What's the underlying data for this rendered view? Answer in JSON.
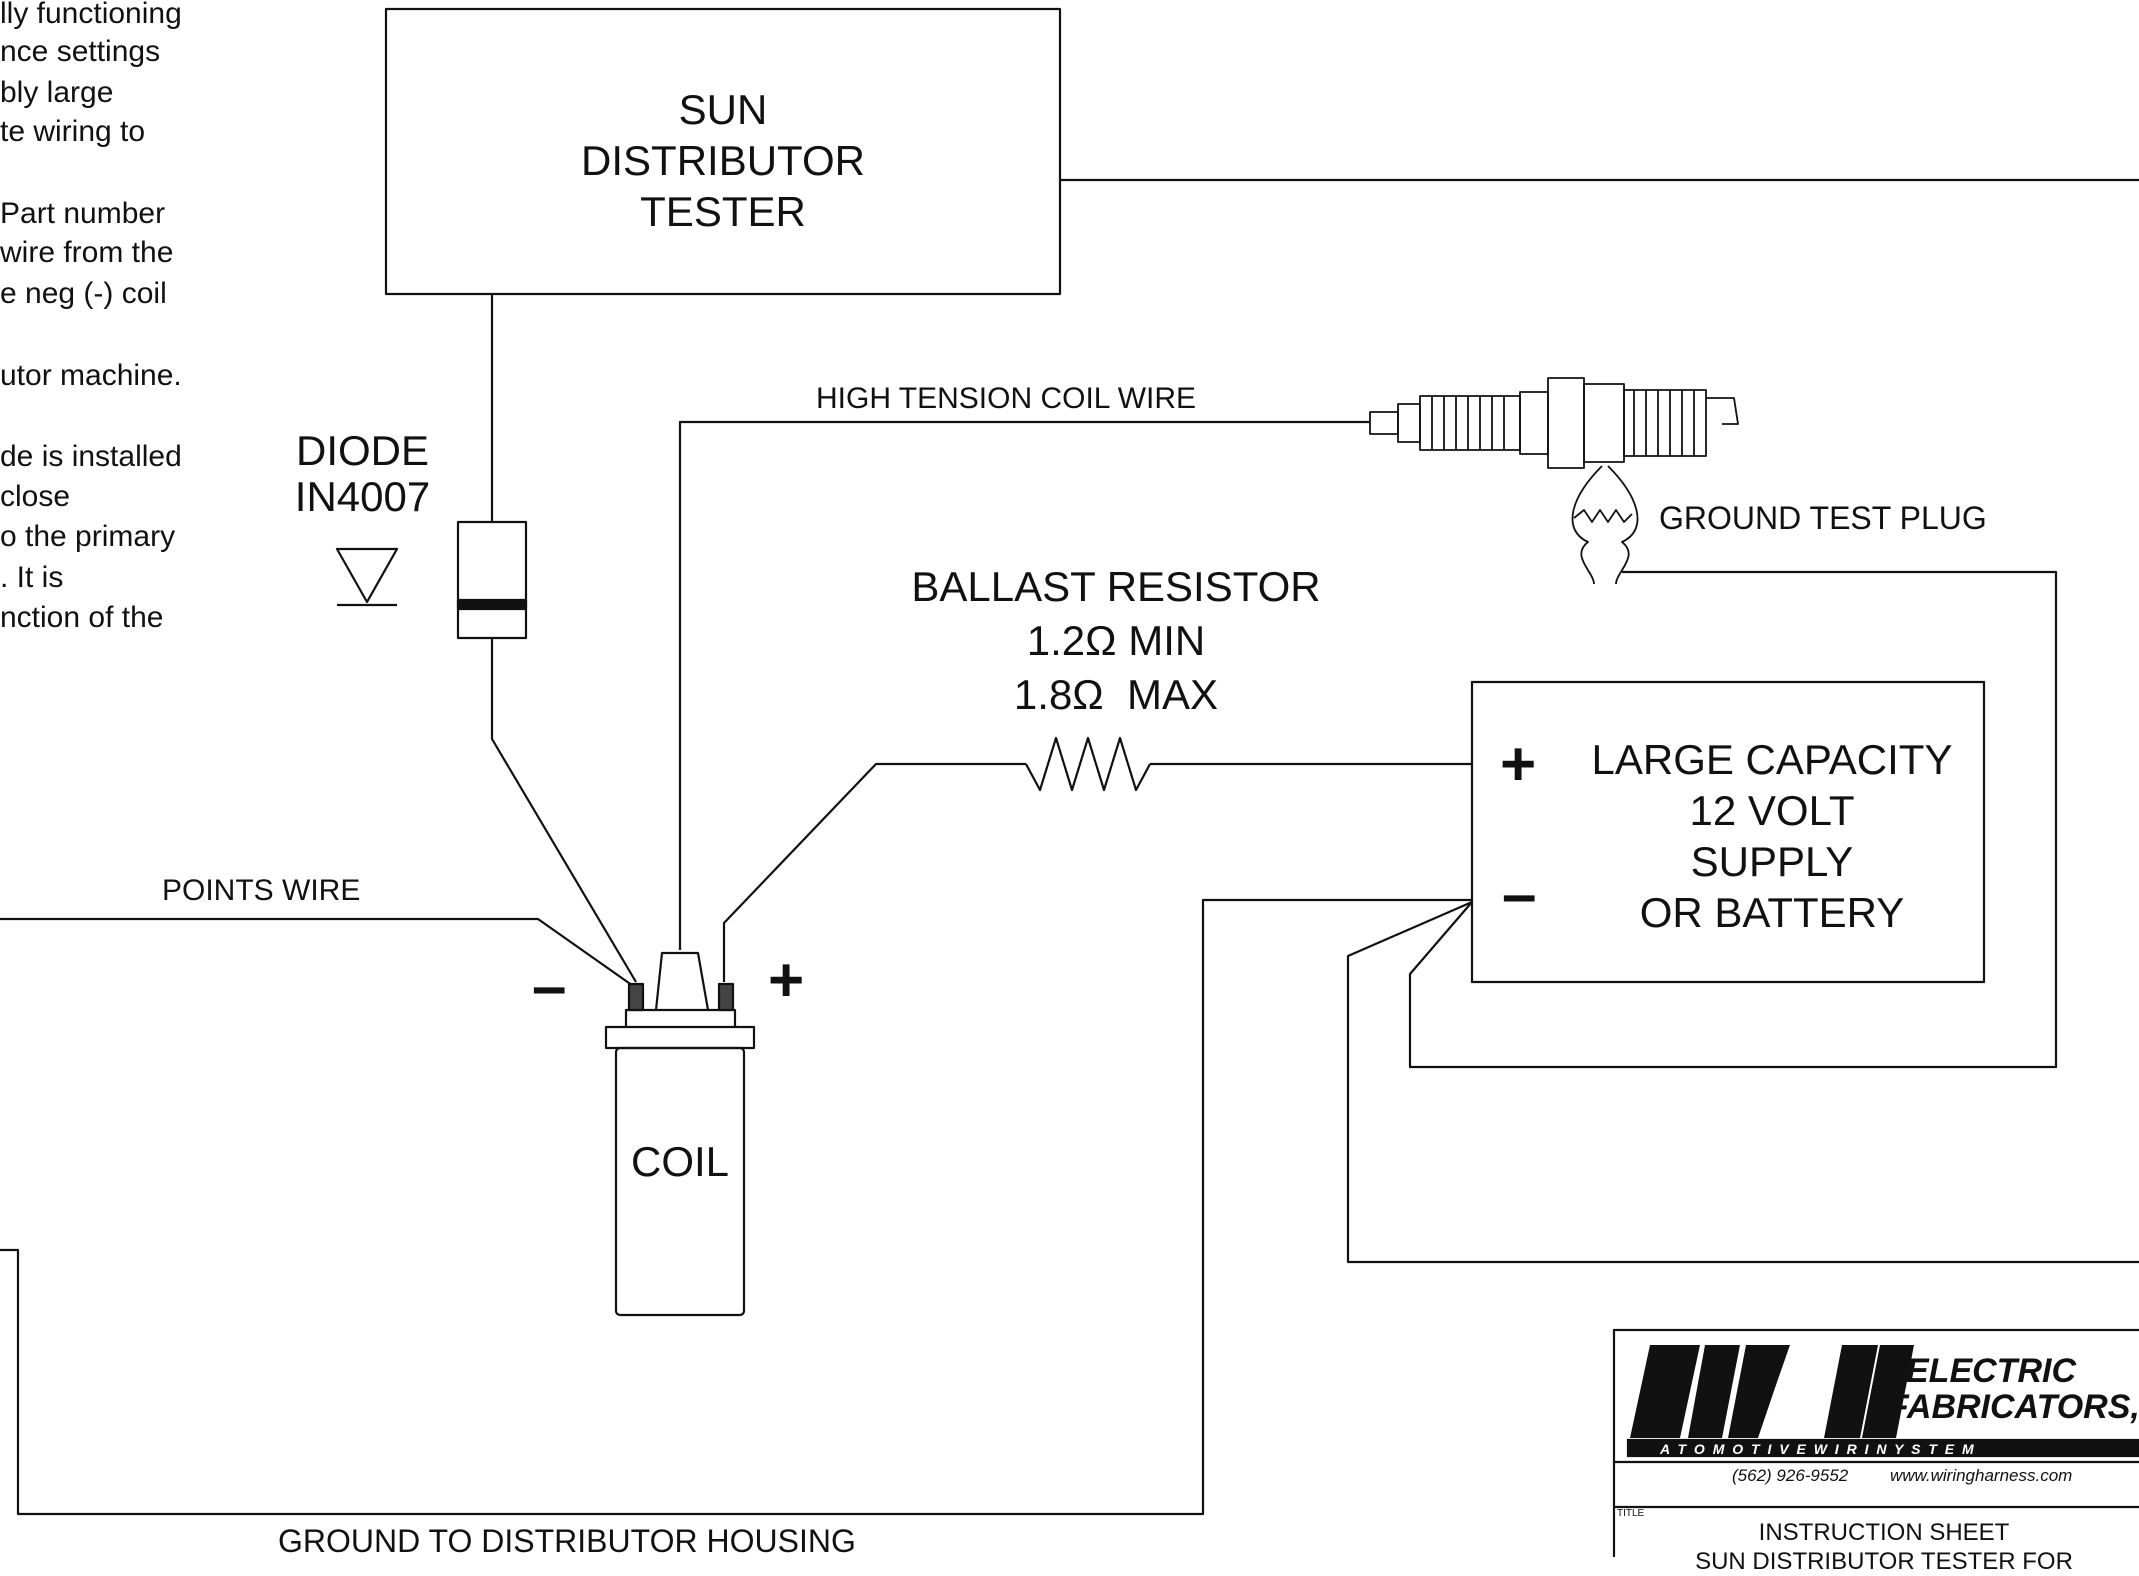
{
  "instruction_text_fragments": [
    "lly functioning",
    "nce settings",
    "bly large",
    "te wiring to",
    "Part number",
    "wire from the",
    "e neg (-) coil",
    "utor machine.",
    "de is installed",
    "close",
    "o the primary",
    ". It is",
    "nction of the"
  ],
  "tester": {
    "lines": [
      "SUN",
      "DISTRIBUTOR",
      "TESTER"
    ]
  },
  "diode": {
    "name": "DIODE",
    "part": "IN4007"
  },
  "labels": {
    "high_tension": "HIGH TENSION COIL WIRE",
    "ground_test_plug": "GROUND TEST PLUG",
    "points_wire": "POINTS WIRE",
    "ground_housing": "GROUND TO DISTRIBUTOR HOUSING"
  },
  "resistor": {
    "title": "BALLAST RESISTOR",
    "min": "1.2Ω MIN",
    "max": "1.8Ω  MAX"
  },
  "supply": {
    "lines": [
      "LARGE CAPACITY",
      "12 VOLT",
      "SUPPLY",
      "OR BATTERY"
    ],
    "plus": "+",
    "minus": "–"
  },
  "coil": {
    "label": "COIL",
    "minus": "–",
    "plus": "+"
  },
  "title_block": {
    "logo": "M&H",
    "company_line1": "ELECTRIC",
    "company_line2": "FABRICATORS, I",
    "tagline": "A  T O M O T I V E   W I R I N   Y S T E M",
    "phone": "(562) 926-9552",
    "website": "www.wiringharness.com",
    "title_label": "TITLE",
    "title": "INSTRUCTION SHEET",
    "subtitle": "SUN DISTRIBUTOR TESTER FOR"
  }
}
